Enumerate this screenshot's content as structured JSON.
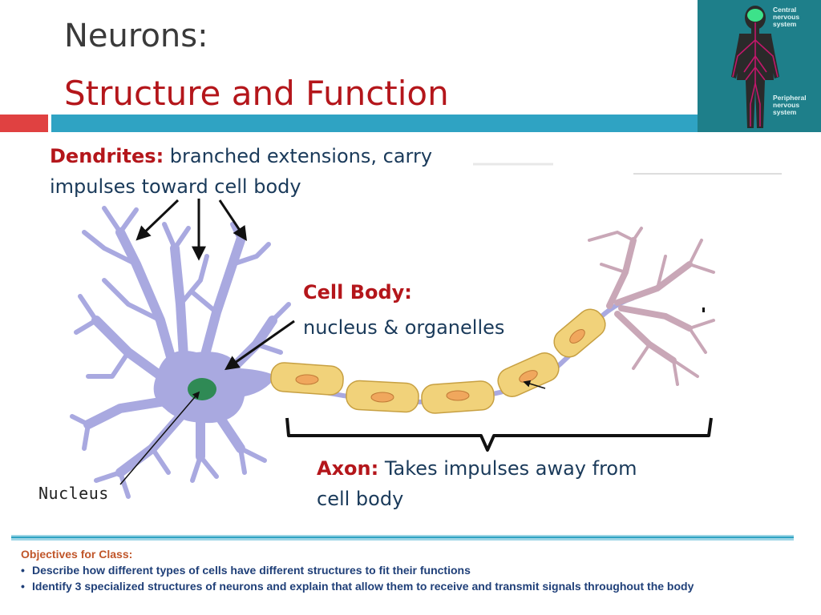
{
  "slide": {
    "title_line1": "Neurons:",
    "title_line2": "Structure and Function"
  },
  "side_panel": {
    "label_top": "Central nervous system",
    "label_bottom": "Peripheral nervous system"
  },
  "labels": {
    "dendrites_term": "Dendrites:",
    "dendrites_desc": " branched extensions, carry impulses toward cell body",
    "cellbody_term": "Cell Body:",
    "cellbody_desc": "nucleus & organelles",
    "axon_term": "Axon:",
    "axon_desc": " Takes impulses away from cell body",
    "nucleus": "Nucleus"
  },
  "objectives": {
    "title": "Objectives for Class:",
    "bullet_mark": "•",
    "items": [
      "Describe how different types of cells have different structures to fit their functions",
      "Identify 3 specialized structures of neurons and explain that allow them to receive and transmit signals throughout the body"
    ]
  },
  "colors": {
    "accent_red": "#b4161b",
    "header_bar": "#2fa3c3",
    "neuron_body": "#a9a9e0",
    "myelin": "#f1d27a",
    "nucleus": "#2f8a55"
  }
}
